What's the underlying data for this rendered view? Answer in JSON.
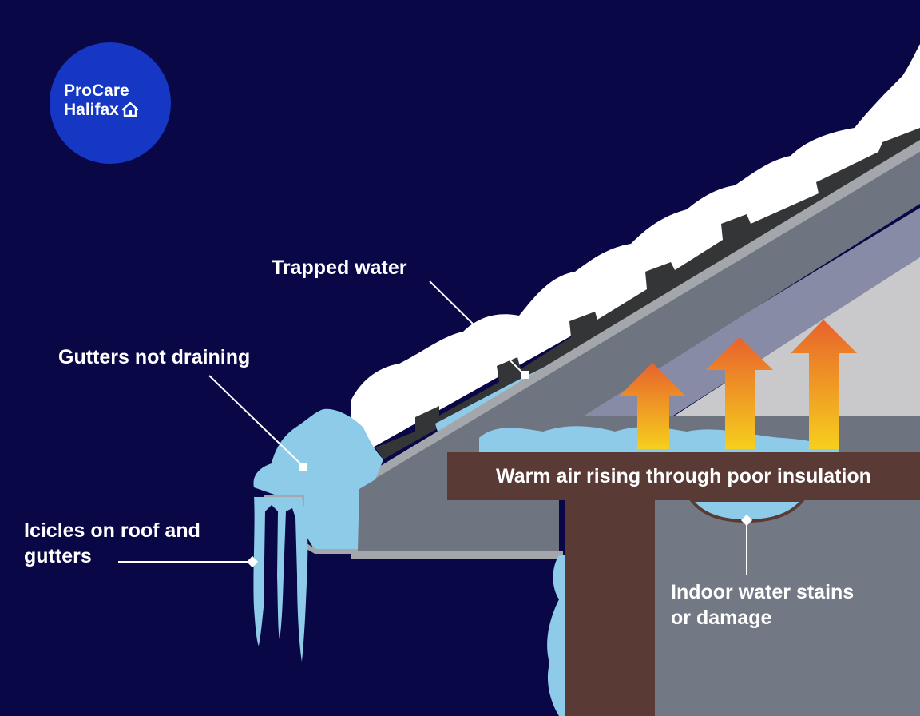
{
  "logo": {
    "line1": "ProCare",
    "line2": "Halifax",
    "icon": "house-icon"
  },
  "labels": {
    "trapped_water": "Trapped water",
    "gutters": "Gutters not draining",
    "icicles_line1": "Icicles on roof and",
    "icicles_line2": "gutters",
    "warm_air": "Warm air rising through poor insulation",
    "stains_line1": "Indoor water stains",
    "stains_line2": "or damage"
  },
  "colors": {
    "background": "#0a0746",
    "logo": "#1537c4",
    "snow": "#ffffff",
    "ice": "#8ecbe8",
    "roof_deck": "#6e7580",
    "roof_trim": "#a3a6aa",
    "shingles": "#343536",
    "insulation": "#888ba6",
    "attic": "#c9c9cb",
    "beam": "#5a3a35",
    "interior_wall": "#727985",
    "arrow_top": "#e8622c",
    "arrow_bottom": "#f6cf1d"
  }
}
